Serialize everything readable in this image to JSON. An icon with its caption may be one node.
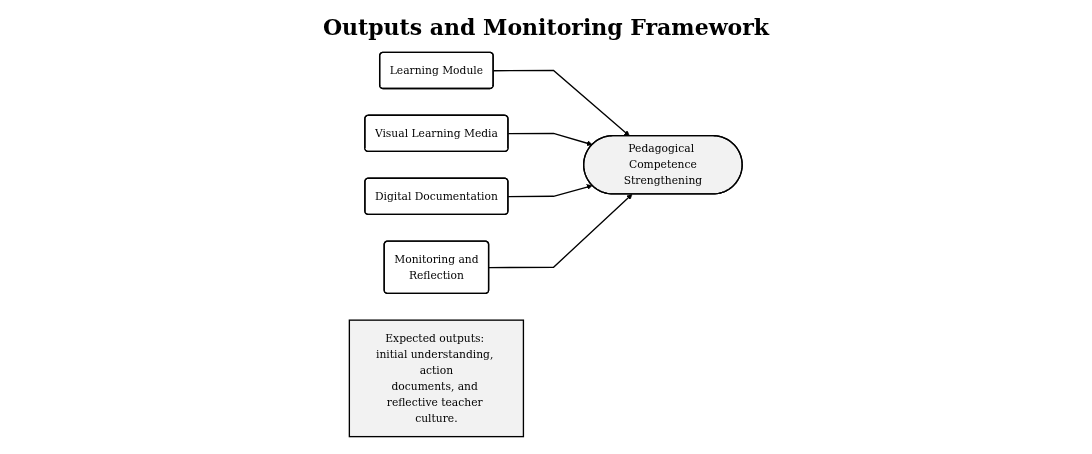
{
  "diagram": {
    "title": "Outputs and Monitoring Framework",
    "nodes": [
      {
        "text": [
          "Learning Module"
        ]
      },
      {
        "text": [
          "Visual Learning Media"
        ]
      },
      {
        "text": [
          "Pedagogical Competence Strengthening"
        ]
      },
      {
        "text": [
          "Digital Documentation"
        ]
      },
      {
        "text": [
          "Monitoring and Reflection"
        ]
      },
      {
        "text": [
          "Expected outputs: initial understanding, action documents, and reflective teacher culture."
        ]
      }
    ],
    "edges": [
      {
        "from": 0,
        "to": 2,
        "arrow": "to"
      },
      {
        "from": 1,
        "to": 2,
        "arrow": "to"
      },
      {
        "from": 3,
        "to": 2,
        "arrow": "to"
      },
      {
        "from": 4,
        "to": 2,
        "arrow": "to"
      }
    ]
  }
}
